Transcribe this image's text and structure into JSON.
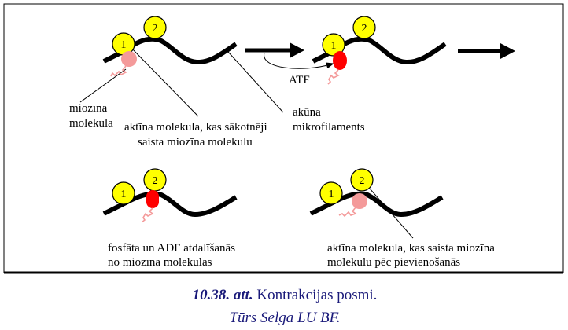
{
  "labels": {
    "myosin": [
      "miozīna",
      "molekula"
    ],
    "actin_initial": [
      "aktīna molekula, kas sākotnēji",
      "saista miozīna molekulu"
    ],
    "filament": [
      "akūna",
      "mikrofilaments"
    ],
    "atp": "ATF",
    "release": [
      "fosfāta un ADF atdalīšanās",
      "no miozīna molekulas"
    ],
    "actin_after": [
      "aktīna molekula, kas saista miozīna",
      "molekulu pēc pievienošanās"
    ]
  },
  "beads": {
    "one": "1",
    "two": "2"
  },
  "caption": {
    "figure": "10.38. att.",
    "title": "Kontrakcijas posmi.",
    "author": "Tūrs Selga LU BF."
  },
  "colors": {
    "bead": "#ffff00",
    "myosin_active": "#ff0000",
    "myosin_bound": "#f49a9a",
    "caption": "#1a1a7a"
  }
}
